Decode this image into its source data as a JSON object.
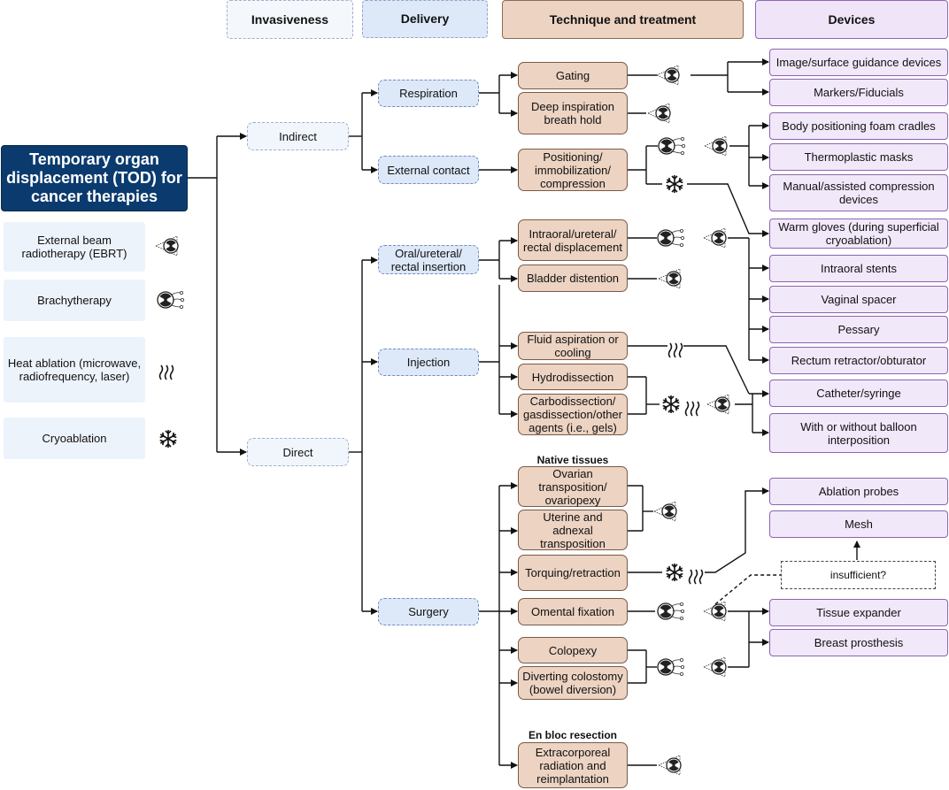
{
  "title": "Temporary organ displacement (TOD) for cancer therapies",
  "headers": {
    "invasiveness": "Invasiveness",
    "delivery": "Delivery",
    "technique": "Technique and treatment",
    "devices": "Devices"
  },
  "legend": {
    "ebrt": "External beam radiotherapy (EBRT)",
    "brachy": "Brachytherapy",
    "heat": "Heat ablation (microwave, radiofrequency, laser)",
    "cryo": "Cryoablation"
  },
  "invasiveness": {
    "indirect": "Indirect",
    "direct": "Direct"
  },
  "delivery": {
    "respiration": "Respiration",
    "external": "External contact",
    "oral": "Oral/ureteral/ rectal insertion",
    "injection": "Injection",
    "surgery": "Surgery"
  },
  "technique": {
    "gating": "Gating",
    "deep": "Deep inspiration breath hold",
    "positioning": "Positioning/ immobilization/ compression",
    "intraoral": "Intraoral/ureteral/ rectal displacement",
    "bladder": "Bladder distention",
    "fluid": "Fluid aspiration or cooling",
    "hydro": "Hydrodissection",
    "carbo": "Carbodissection/ gasdissection/other agents (i.e., gels)",
    "ovarian": "Ovarian transposition/ ovariopexy",
    "uterine": "Uterine and adnexal transposition",
    "torquing": "Torquing/retraction",
    "omental": "Omental fixation",
    "colopexy": "Colopexy",
    "diverting": "Diverting colostomy (bowel diversion)",
    "extracorporeal": "Extracorporeal radiation and reimplantation"
  },
  "section_labels": {
    "native": "Native tissues",
    "enbloc": "En bloc resection"
  },
  "devices": {
    "image": "Image/surface guidance devices",
    "markers": "Markers/Fiducials",
    "foam": "Body positioning foam cradles",
    "thermo": "Thermoplastic masks",
    "manual": "Manual/assisted compression devices",
    "gloves": "Warm gloves (during superficial cryoablation)",
    "stents": "Intraoral stents",
    "spacer": "Vaginal spacer",
    "pessary": "Pessary",
    "rectum": "Rectum retractor/obturator",
    "catheter": "Catheter/syringe",
    "balloon": "With or without balloon interposition",
    "probes": "Ablation probes",
    "mesh": "Mesh",
    "expander": "Tissue expander",
    "prosthesis": "Breast prosthesis"
  },
  "note": "insufficient?",
  "colors": {
    "title_bg": "#0b3b6e",
    "technique_fill": "#ecd3c2",
    "delivery_fill": "#dde8f8",
    "device_fill": "#f1e8f9",
    "device_border": "#8d64b0"
  },
  "icon_names": [
    "ebrt-icon",
    "brachytherapy-icon",
    "heat-ablation-icon",
    "cryoablation-icon"
  ]
}
